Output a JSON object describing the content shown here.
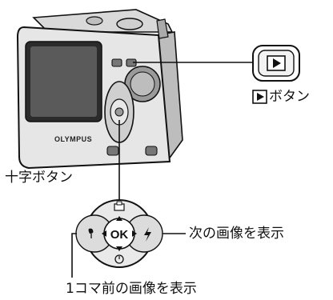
{
  "camera": {
    "brand": "OLYMPUS",
    "ok_label": "OK"
  },
  "labels": {
    "playback_button": "ボタン",
    "cross_button": "十字ボタン",
    "next_image": "次の画像を表示",
    "prev_image": "1コマ前の画像を表示"
  },
  "icons": {
    "playback": "play-icon",
    "dpad_up": "print-icon",
    "dpad_left": "macro-icon",
    "dpad_right": "flash-icon",
    "dpad_down": "self-timer-icon"
  }
}
